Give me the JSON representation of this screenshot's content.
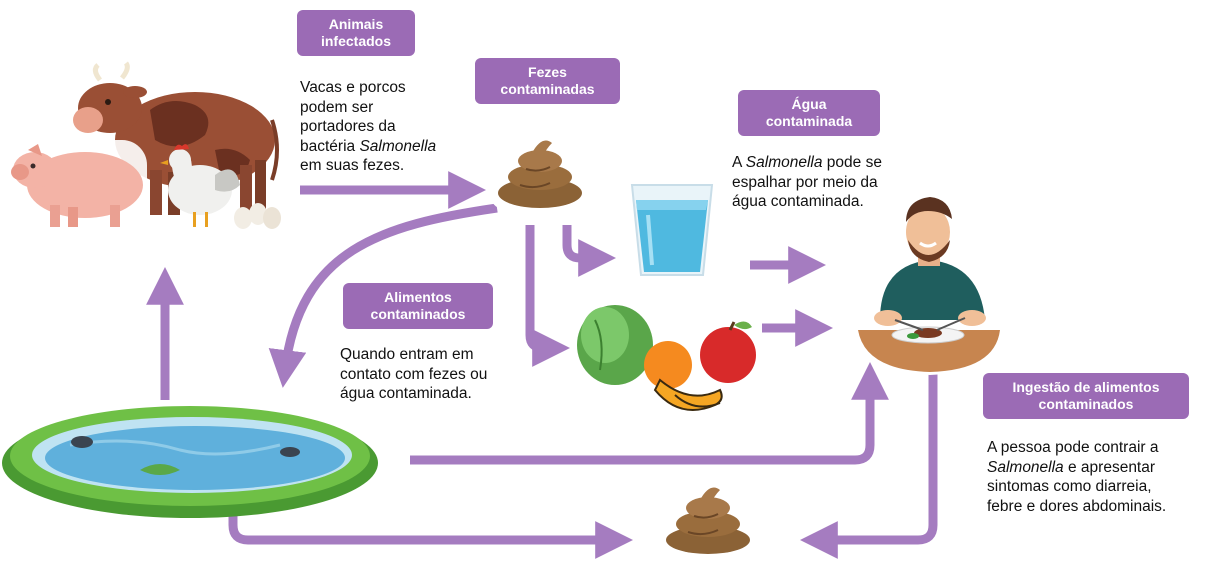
{
  "labels": {
    "animals": {
      "title_1": "Animais",
      "title_2": "infectados",
      "text_1": "Vacas e porcos",
      "text_2": "podem ser",
      "text_3": "portadores da",
      "text_4a": "bactéria ",
      "text_4b": "Salmonella",
      "text_5": "em suas fezes."
    },
    "feces": {
      "title_1": "Fezes",
      "title_2": "contaminadas"
    },
    "water": {
      "title_1": "Água",
      "title_2": "contaminada",
      "text_1a": "A ",
      "text_1b": "Salmonella",
      "text_1c": " pode se",
      "text_2": "espalhar por meio da",
      "text_3": "água contaminada."
    },
    "food": {
      "title_1": "Alimentos",
      "title_2": "contaminados",
      "text_1": "Quando entram em",
      "text_2": "contato com fezes ou",
      "text_3": "água contaminada."
    },
    "ingestion": {
      "title_1": "Ingestão de alimentos",
      "title_2": "contaminados",
      "text_1": "A pessoa pode contrair a",
      "text_2a": "Salmonella",
      "text_2b": " e apresentar",
      "text_3": "sintomas como diarreia,",
      "text_4": "febre e dores abdominais."
    }
  },
  "colors": {
    "arrow": "#a57cc0",
    "badge": "#9b6bb5"
  },
  "icons": [
    "cow-icon",
    "pig-icon",
    "chicken-icon",
    "eggs-icon",
    "poop-icon",
    "water-glass-icon",
    "vegetables-icon",
    "man-eating-icon",
    "pond-icon"
  ]
}
